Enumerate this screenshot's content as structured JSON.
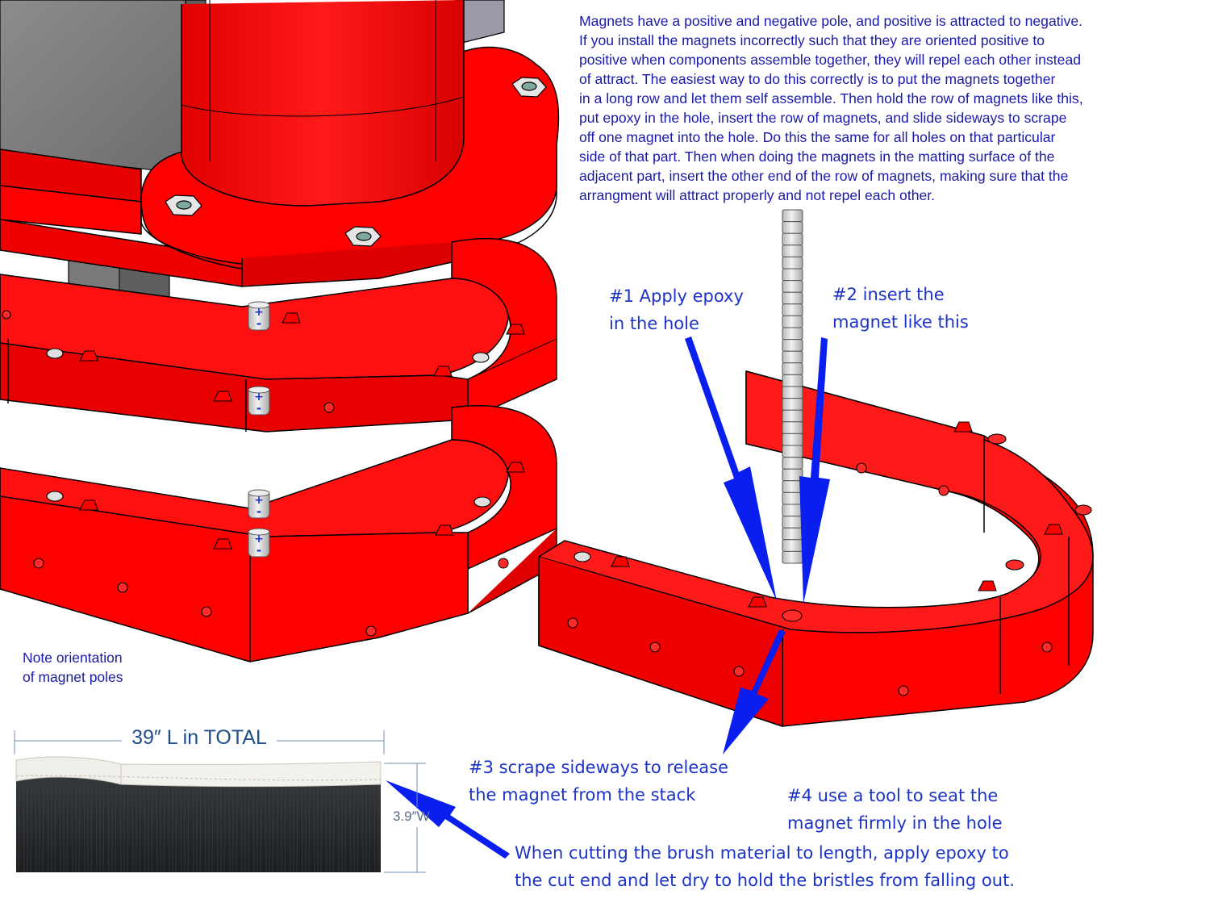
{
  "intro_lines": [
    "Magnets have a positive and negative pole, and positive is attracted to negative.",
    "If you install the magnets incorrectly such that they are oriented positive to",
    "positive when components assemble together, they will repel each other instead",
    "of attract.  The easiest way to do this correctly is to put the magnets together",
    "in a long row and let them self assemble.  Then hold the row of magnets like this,",
    "put epoxy in the hole, insert the row of magnets, and slide sideways to scrape",
    "off one magnet into the hole.  Do this the same for all holes on that particular",
    "side of that part.  Then when doing the magnets in the matting surface of the",
    "adjacent part, insert the other end of the row of magnets, making sure that the",
    "arrangment will attract properly and not repel each other."
  ],
  "steps": {
    "step1": [
      "#1 Apply epoxy",
      "in the hole"
    ],
    "step2": [
      "#2 insert the",
      "magnet like this"
    ],
    "step3": [
      "#3 scrape sideways to release",
      "the magnet from the stack"
    ],
    "step4": [
      "#4 use a tool to seat the",
      "magnet firmly in the hole"
    ],
    "brush_note": [
      "When cutting the brush material to length, apply epoxy to",
      "the cut end and let dry to hold the bristles from falling out."
    ]
  },
  "note": [
    "Note orientation",
    "of magnet poles"
  ],
  "brush": {
    "length_label": "39″ L in TOTAL",
    "width_label": "3.9″W"
  },
  "magnet_symbols": {
    "plus": "+",
    "minus": "-"
  },
  "colors": {
    "part_red": "#ff0000",
    "annotation_blue": "#1c33c8",
    "arrow_blue": "#0a1ef0",
    "magnet_gray": "#d4d4d4"
  }
}
